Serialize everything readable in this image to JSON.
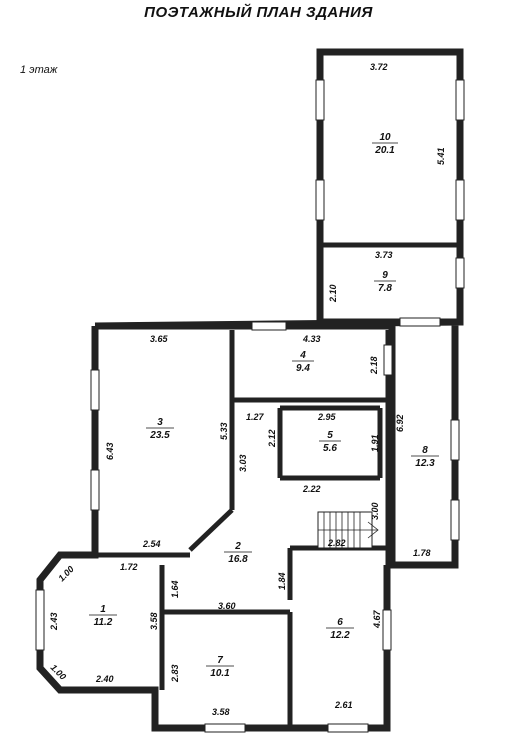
{
  "title": "ПОЭТАЖНЫЙ ПЛАН ЗДАНИЯ",
  "floor_label": "1 этаж",
  "rooms": [
    {
      "number": "1",
      "area": "11.2"
    },
    {
      "number": "2",
      "area": "16.8"
    },
    {
      "number": "3",
      "area": "23.5"
    },
    {
      "number": "4",
      "area": "9.4"
    },
    {
      "number": "5",
      "area": "5.6"
    },
    {
      "number": "6",
      "area": "12.2"
    },
    {
      "number": "7",
      "area": "10.1"
    },
    {
      "number": "8",
      "area": "12.3"
    },
    {
      "number": "9",
      "area": "7.8"
    },
    {
      "number": "10",
      "area": "20.1"
    }
  ],
  "dimensions": {
    "d372": "3.72",
    "d541": "5.41",
    "d373": "3.73",
    "d210": "2.10",
    "d365": "3.65",
    "d433": "4.33",
    "d218": "2.18",
    "d643": "6.43",
    "d533": "5.33",
    "d127": "1.27",
    "d295": "2.95",
    "d212": "2.12",
    "d303": "3.03",
    "d191": "1.91",
    "d692": "6.92",
    "d222": "2.22",
    "d300": "3.00",
    "d254": "2.54",
    "d282": "2.82",
    "d178": "1.78",
    "d100a": "1.00",
    "d172": "1.72",
    "d164": "1.64",
    "d184": "1.84",
    "d243": "2.43",
    "d358a": "3.58",
    "d360": "3.60",
    "d467": "4.67",
    "d100b": "1.00",
    "d240": "2.40",
    "d283": "2.83",
    "d358b": "3.58",
    "d261": "2.61"
  }
}
